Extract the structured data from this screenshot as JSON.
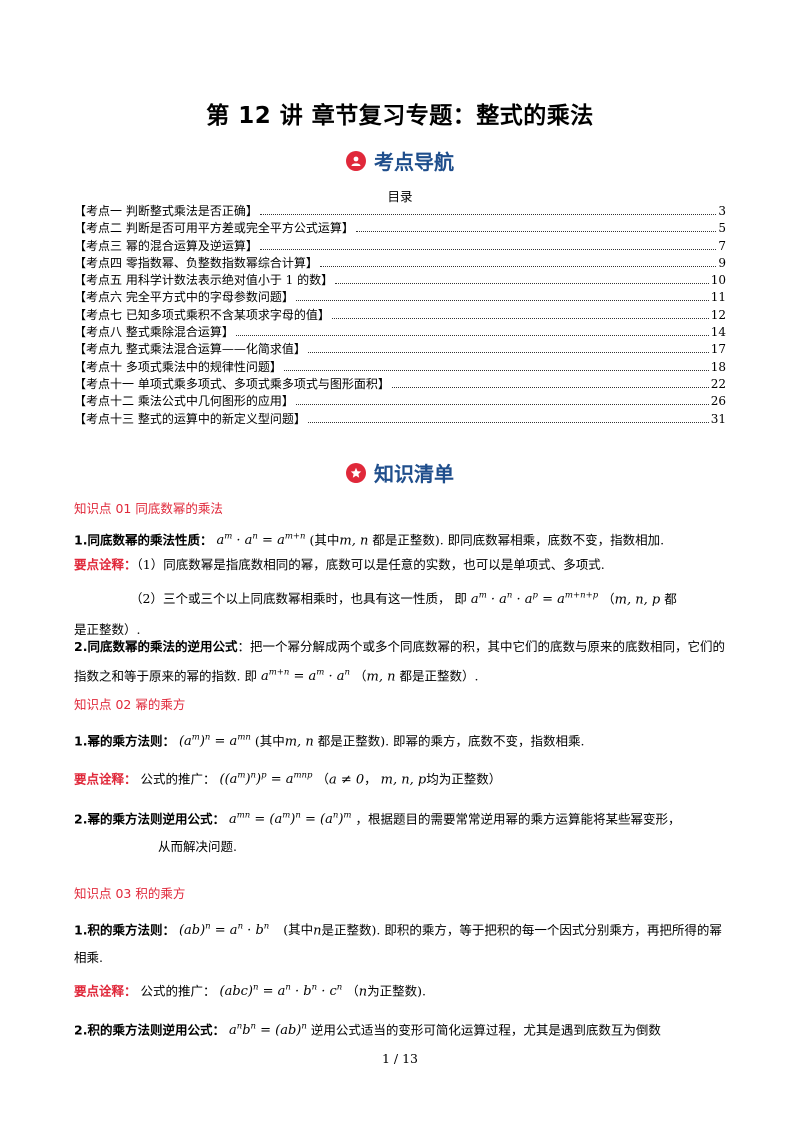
{
  "title": "第 12 讲  章节复习专题：整式的乘法",
  "section1": {
    "heading": "考点导航"
  },
  "toc": {
    "title": "目录",
    "items": [
      {
        "label": "【考点一  判断整式乘法是否正确】",
        "page": "3"
      },
      {
        "label": "【考点二  判断是否可用平方差或完全平方公式运算】",
        "page": "5"
      },
      {
        "label": "【考点三  幂的混合运算及逆运算】",
        "page": "7"
      },
      {
        "label": "【考点四  零指数幂、负整数指数幂综合计算】",
        "page": "9"
      },
      {
        "label": "【考点五  用科学计数法表示绝对值小于 1 的数】",
        "page": "10"
      },
      {
        "label": "【考点六  完全平方式中的字母参数问题】",
        "page": "11"
      },
      {
        "label": "【考点七  已知多项式乘积不含某项求字母的值】",
        "page": "12"
      },
      {
        "label": "【考点八  整式乘除混合运算】",
        "page": "14"
      },
      {
        "label": "【考点九  整式乘法混合运算——化简求值】",
        "page": "17"
      },
      {
        "label": "【考点十  多项式乘法中的规律性问题】",
        "page": "18"
      },
      {
        "label": "【考点十一  单项式乘多项式、多项式乘多项式与图形面积】",
        "page": "22"
      },
      {
        "label": "【考点十二  乘法公式中几何图形的应用】",
        "page": "26"
      },
      {
        "label": "【考点十三  整式的运算中的新定义型问题】",
        "page": "31"
      }
    ]
  },
  "section2": {
    "heading": "知识清单"
  },
  "kp01": {
    "title": "知识点 01  同底数幂的乘法",
    "p1_head": "1.同底数幂的乘法性质：",
    "p1_formula": "a<sup>m</sup> · a<sup>n</sup> = a<sup>m+n</sup>",
    "p1_a": "(其中",
    "p1_vars": "m, n",
    "p1_b": "都是正整数). 即同底数幂相乘，底数不变，指数相加.",
    "note_label": "要点诠释：",
    "note1": "（1）同底数幂是指底数相同的幂，底数可以是任意的实数，也可以是单项式、多项式.",
    "note2_a": "（2）三个或三个以上同底数幂相乘时，也具有这一性质，  即",
    "note2_formula": "a<sup>m</sup> · a<sup>n</sup> · a<sup>p</sup> = a<sup>m+n+p</sup>",
    "note2_b": "（",
    "note2_vars": "m, n, p",
    "note2_c": "都",
    "note2_d": "是正整数）.",
    "p2_head": "2.同底数幂的乘法的逆用公式",
    "p2_a": "：把一个幂分解成两个或多个同底数幂的积，其中它们的底数与原来的底数相同，它们的指数之和等于原来的幂的指数. 即",
    "p2_formula": "a<sup>m+n</sup> = a<sup>m</sup> · a<sup>n</sup>",
    "p2_b": "（",
    "p2_vars": "m, n",
    "p2_c": "都是正整数）."
  },
  "kp02": {
    "title": "知识点 02    幂的乘方",
    "p1_head": "1.幂的乘方法则：",
    "p1_formula": "(a<sup>m</sup>)<sup>n</sup> = a<sup>mn</sup>",
    "p1_a": "(其中",
    "p1_vars": "m, n",
    "p1_b": "都是正整数). 即幂的乘方，底数不变，指数相乘.",
    "note_label": "要点诠释：",
    "note_a": "公式的推广：",
    "note_formula": "((a<sup>m</sup>)<sup>n</sup>)<sup>p</sup> = a<sup>mnp</sup>",
    "note_b": "（",
    "note_cond": "a ≠ 0",
    "note_c": "，",
    "note_vars": "m, n, p",
    "note_d": "均为正整数）",
    "p2_head": "2.幂的乘方法则逆用公式：",
    "p2_formula": "a<sup>mn</sup> = (a<sup>m</sup>)<sup>n</sup> = (a<sup>n</sup>)<sup>m</sup>",
    "p2_a": "，根据题目的需要常常逆用幂的乘方运算能将某些幂变形，",
    "p2_b": "从而解决问题."
  },
  "kp03": {
    "title": "知识点 03    积的乘方",
    "p1_head": "1.积的乘方法则：",
    "p1_formula": "(ab)<sup>n</sup> = a<sup>n</sup> · b<sup>n</sup>",
    "p1_a": "(其中",
    "p1_var": "n",
    "p1_b": "是正整数). 即积的乘方，等于把积的每一个因式分别乘方，再把所得的幂相乘.",
    "note_label": "要点诠释：",
    "note_a": "公式的推广：",
    "note_formula": "(abc)<sup>n</sup> = a<sup>n</sup> · b<sup>n</sup> · c<sup>n</sup>",
    "note_b": "（",
    "note_var": "n",
    "note_c": "为正整数).",
    "p2_head": "2.积的乘方法则逆用公式：",
    "p2_formula": "a<sup>n</sup>b<sup>n</sup> = (ab)<sup>n</sup>",
    "p2_a": "逆用公式适当的变形可简化运算过程，尤其是遇到底数互为倒数"
  },
  "footer": {
    "page": "1  /  13"
  }
}
